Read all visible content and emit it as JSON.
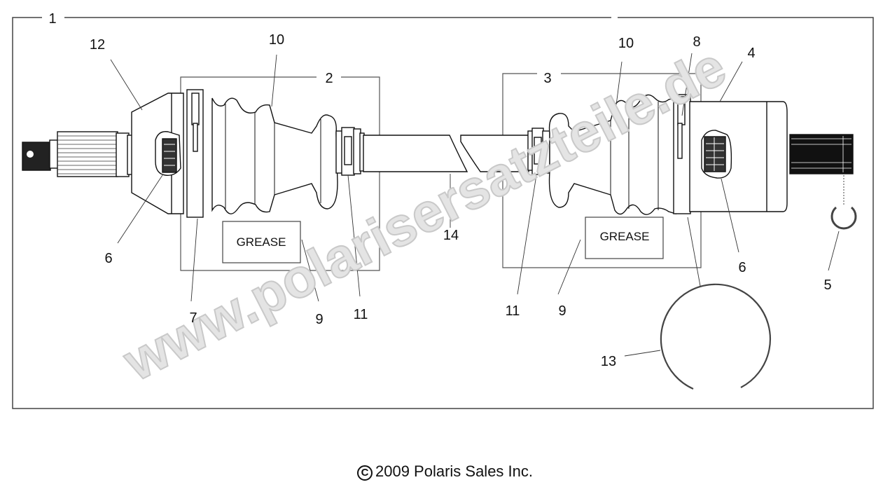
{
  "diagram": {
    "title": "Drive shaft assembly exploded parts diagram",
    "callouts": [
      {
        "id": "1",
        "label": "1"
      },
      {
        "id": "2",
        "label": "2"
      },
      {
        "id": "3",
        "label": "3"
      },
      {
        "id": "4",
        "label": "4"
      },
      {
        "id": "5",
        "label": "5"
      },
      {
        "id": "6a",
        "label": "6"
      },
      {
        "id": "6b",
        "label": "6"
      },
      {
        "id": "7",
        "label": "7"
      },
      {
        "id": "8",
        "label": "8"
      },
      {
        "id": "9a",
        "label": "9"
      },
      {
        "id": "9b",
        "label": "9"
      },
      {
        "id": "10a",
        "label": "10"
      },
      {
        "id": "10b",
        "label": "10"
      },
      {
        "id": "11a",
        "label": "11"
      },
      {
        "id": "11b",
        "label": "11"
      },
      {
        "id": "12",
        "label": "12"
      },
      {
        "id": "13",
        "label": "13"
      },
      {
        "id": "14",
        "label": "14"
      }
    ],
    "grease_boxes": [
      {
        "label": "GREASE"
      },
      {
        "label": "GREASE"
      }
    ],
    "watermark": "www.polarisersatzteile.de"
  },
  "footer": {
    "copyright_symbol": "C",
    "copyright_text": "2009 Polaris Sales Inc."
  }
}
